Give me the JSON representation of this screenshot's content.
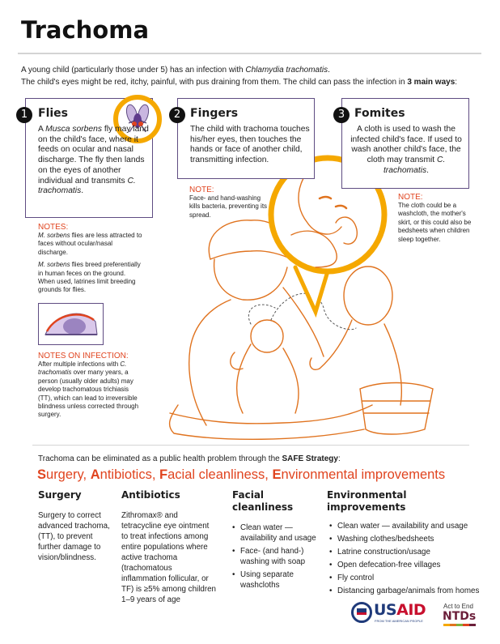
{
  "title": "Trachoma",
  "intro": {
    "line1_pre": "A young child (particularly those under 5) has an infection with ",
    "line1_italic": "Chlamydia trachomatis",
    "line1_post": ".",
    "line2_pre": "The child's eyes might be red, itchy, painful, with pus draining from them. The child can pass the infection in ",
    "line2_bold": "3 main ways",
    "line2_post": ":"
  },
  "ways": [
    {
      "number": "1",
      "title": "Flies",
      "text_pre": "A ",
      "text_italic": "Musca sorbens",
      "text_mid": " fly may land on the child's face, where it feeds on ocular and nasal discharge. The fly then lands on the eyes of another individual and transmits ",
      "text_italic2": "C. trachomatis",
      "text_post": ".",
      "icon": "fly-icon"
    },
    {
      "number": "2",
      "title": "Fingers",
      "text": "The child with trachoma touches his/her eyes, then touches the hands or face of another child, transmitting infection."
    },
    {
      "number": "3",
      "title": "Fomites",
      "text": "A cloth is used to wash the infected child's face. If used to wash another child's face, the cloth may transmit",
      "text_italic": "C. trachomatis",
      "text_post": "."
    }
  ],
  "notes_flies": {
    "heading": "NOTES:",
    "p1_italic": "M. sorbens",
    "p1": " flies are less attracted to faces without ocular/nasal discharge.",
    "p2_italic": "M. sorbens",
    "p2": " flies breed preferentially in human feces on the ground. When used, latrines limit breeding grounds for flies."
  },
  "note_fingers": {
    "heading": "NOTE:",
    "text": "Face- and hand-washing kills bacteria, preventing its spread."
  },
  "note_fomites": {
    "heading": "NOTE:",
    "text": "The cloth could be a washcloth, the mother's skirt, or this could also be bedsheets when children sleep together."
  },
  "notes_infection": {
    "heading": "NOTES ON INFECTION:",
    "pre": "After multiple infections with ",
    "italic": "C. trachomatis",
    "post": " over many years, a person (usually older adults) may develop trachomatous trichiasis (TT), which can lead to irreversible blindness unless corrected through surgery."
  },
  "safe": {
    "intro_pre": "Trachoma can be eliminated as a public health problem through the ",
    "intro_bold": "SAFE Strategy",
    "intro_post": ":",
    "heading": [
      {
        "initial": "S",
        "rest": "urgery, "
      },
      {
        "initial": "A",
        "rest": "ntibiotics, "
      },
      {
        "initial": "F",
        "rest": "acial cleanliness, "
      },
      {
        "initial": "E",
        "rest": "nvironmental improvements"
      }
    ],
    "columns": {
      "surgery": {
        "title": "Surgery",
        "text": "Surgery to correct advanced trachoma, (TT), to prevent further damage to vision/blindness."
      },
      "antibiotics": {
        "title": "Antibiotics",
        "text": "Zithromax® and tetracycline eye ointment to treat infections among entire populations where active trachoma (trachomatous inflammation follicular, or TF) is ≥5% among children 1–9 years of age"
      },
      "facial": {
        "title": "Facial cleanliness",
        "items": [
          "Clean water — availability and usage",
          "Face- (and hand-) washing with soap",
          "Using separate washcloths"
        ]
      },
      "environmental": {
        "title": "Environmental improvements",
        "items": [
          "Clean water — availability and usage",
          "Washing clothes/bedsheets",
          "Latrine construction/usage",
          "Open defecation-free villages",
          "Fly control",
          "Distancing garbage/animals from homes"
        ]
      }
    }
  },
  "logos": {
    "usaid": "USAID",
    "usaid_tagline": "FROM THE AMERICAN PEOPLE",
    "ntds_top": "Act to End",
    "ntds": "NTDs"
  },
  "colors": {
    "accent_red": "#e0441f",
    "box_border": "#5f4c82",
    "illustration_orange": "#e0731f",
    "ring_yellow": "#f5a800"
  }
}
